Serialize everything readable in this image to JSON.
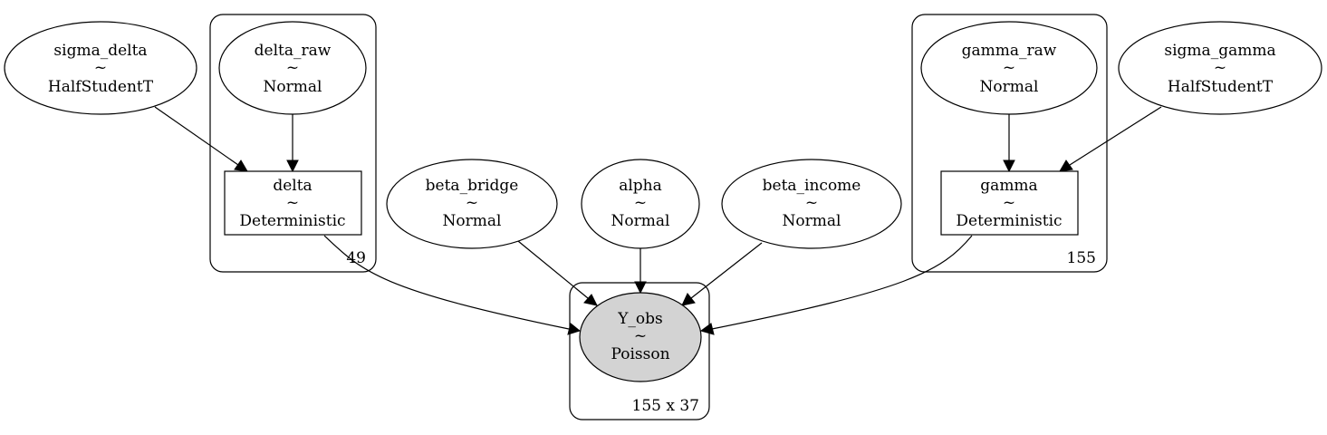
{
  "graph": {
    "plates": [
      {
        "id": "plate_delta",
        "label": "49"
      },
      {
        "id": "plate_gamma",
        "label": "155"
      },
      {
        "id": "plate_obs",
        "label": "155 x 37"
      }
    ],
    "nodes": [
      {
        "id": "sigma_delta",
        "name": "sigma_delta",
        "tilde": "~",
        "dist": "HalfStudentT",
        "shape": "ellipse",
        "observed": false
      },
      {
        "id": "delta_raw",
        "name": "delta_raw",
        "tilde": "~",
        "dist": "Normal",
        "shape": "ellipse",
        "observed": false
      },
      {
        "id": "delta",
        "name": "delta",
        "tilde": "~",
        "dist": "Deterministic",
        "shape": "box",
        "observed": false
      },
      {
        "id": "beta_bridge",
        "name": "beta_bridge",
        "tilde": "~",
        "dist": "Normal",
        "shape": "ellipse",
        "observed": false
      },
      {
        "id": "alpha",
        "name": "alpha",
        "tilde": "~",
        "dist": "Normal",
        "shape": "ellipse",
        "observed": false
      },
      {
        "id": "beta_income",
        "name": "beta_income",
        "tilde": "~",
        "dist": "Normal",
        "shape": "ellipse",
        "observed": false
      },
      {
        "id": "gamma_raw",
        "name": "gamma_raw",
        "tilde": "~",
        "dist": "Normal",
        "shape": "ellipse",
        "observed": false
      },
      {
        "id": "sigma_gamma",
        "name": "sigma_gamma",
        "tilde": "~",
        "dist": "HalfStudentT",
        "shape": "ellipse",
        "observed": false
      },
      {
        "id": "gamma",
        "name": "gamma",
        "tilde": "~",
        "dist": "Deterministic",
        "shape": "box",
        "observed": false
      },
      {
        "id": "Y_obs",
        "name": "Y_obs",
        "tilde": "~",
        "dist": "Poisson",
        "shape": "ellipse",
        "observed": true
      }
    ],
    "edges": [
      {
        "from": "sigma_delta",
        "to": "delta"
      },
      {
        "from": "delta_raw",
        "to": "delta"
      },
      {
        "from": "delta",
        "to": "Y_obs"
      },
      {
        "from": "beta_bridge",
        "to": "Y_obs"
      },
      {
        "from": "alpha",
        "to": "Y_obs"
      },
      {
        "from": "beta_income",
        "to": "Y_obs"
      },
      {
        "from": "gamma",
        "to": "Y_obs"
      },
      {
        "from": "gamma_raw",
        "to": "gamma"
      },
      {
        "from": "sigma_gamma",
        "to": "gamma"
      }
    ],
    "colors": {
      "observed_fill": "#d3d3d3",
      "node_fill": "#ffffff",
      "stroke": "#000000"
    }
  }
}
